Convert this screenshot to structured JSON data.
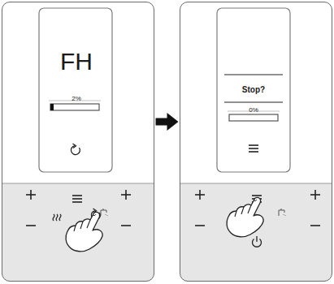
{
  "diagram": {
    "nodes": [
      {
        "text": [
          "FH",
          "2%"
        ]
      },
      {
        "text": [
          "Stop?",
          "0%"
        ]
      }
    ],
    "edges": [
      {
        "from": 0,
        "to": 1,
        "arrow": "to"
      }
    ]
  }
}
